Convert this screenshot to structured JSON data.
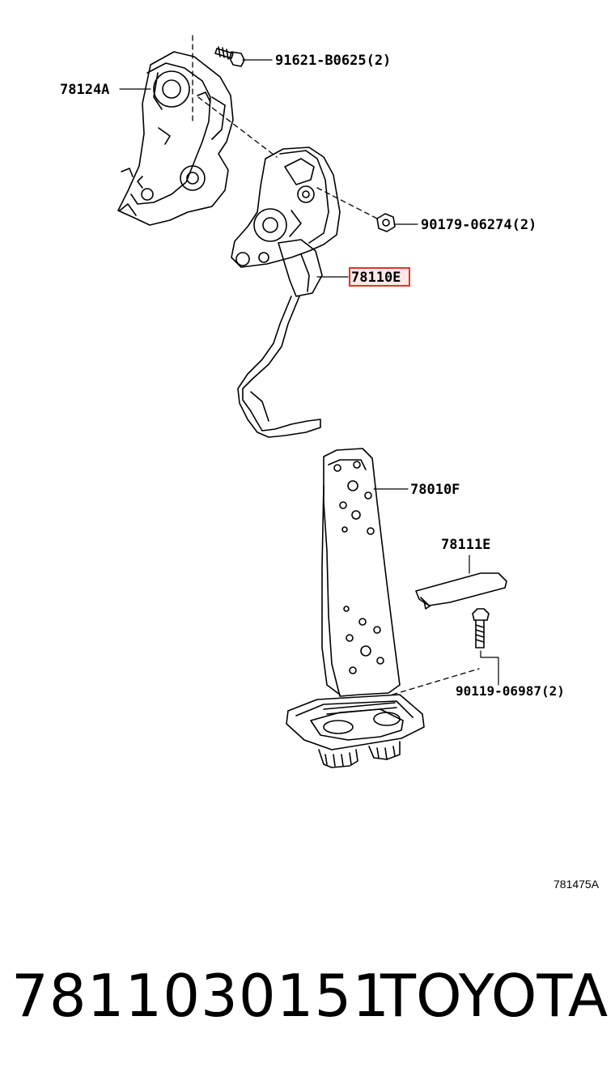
{
  "diagram": {
    "labels": {
      "bracket": "78124A",
      "bolt": "91621-B0625(2)",
      "nut": "90179-06274(2)",
      "pedal_arm": "78110E",
      "pedal_pad": "78010F",
      "cover": "78111E",
      "screw": "90119-06987(2)"
    },
    "figure_ref": "781475A",
    "highlight_color": "#e0352b"
  },
  "caption": {
    "part_number": "7811030151",
    "brand": "TOYOTA"
  }
}
